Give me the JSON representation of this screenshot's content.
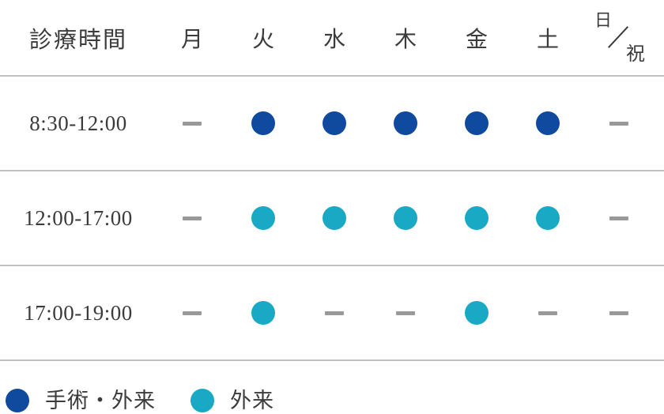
{
  "table": {
    "header": {
      "time_label": "診療時間",
      "days": [
        "月",
        "火",
        "水",
        "木",
        "金",
        "土"
      ],
      "sun_holiday": {
        "top": "日",
        "bottom": "祝"
      }
    },
    "rows": [
      {
        "time": "8:30-12:00",
        "cells": [
          "dash",
          "surgery",
          "surgery",
          "surgery",
          "surgery",
          "surgery",
          "dash"
        ]
      },
      {
        "time": "12:00-17:00",
        "cells": [
          "dash",
          "outpatient",
          "outpatient",
          "outpatient",
          "outpatient",
          "outpatient",
          "dash"
        ]
      },
      {
        "time": "17:00-19:00",
        "cells": [
          "dash",
          "outpatient",
          "dash",
          "dash",
          "outpatient",
          "dash",
          "dash"
        ]
      }
    ]
  },
  "legend": {
    "items": [
      {
        "key": "surgery_dot",
        "label": "手術・外来"
      },
      {
        "key": "outpatient_dot",
        "label": "外来"
      }
    ]
  },
  "colors": {
    "surgery_dot": "#0f4a9e",
    "outpatient_dot": "#1aa9c4",
    "dash": "#999999",
    "separator_line": "#c1c1c1",
    "text": "#3b3b3b"
  }
}
